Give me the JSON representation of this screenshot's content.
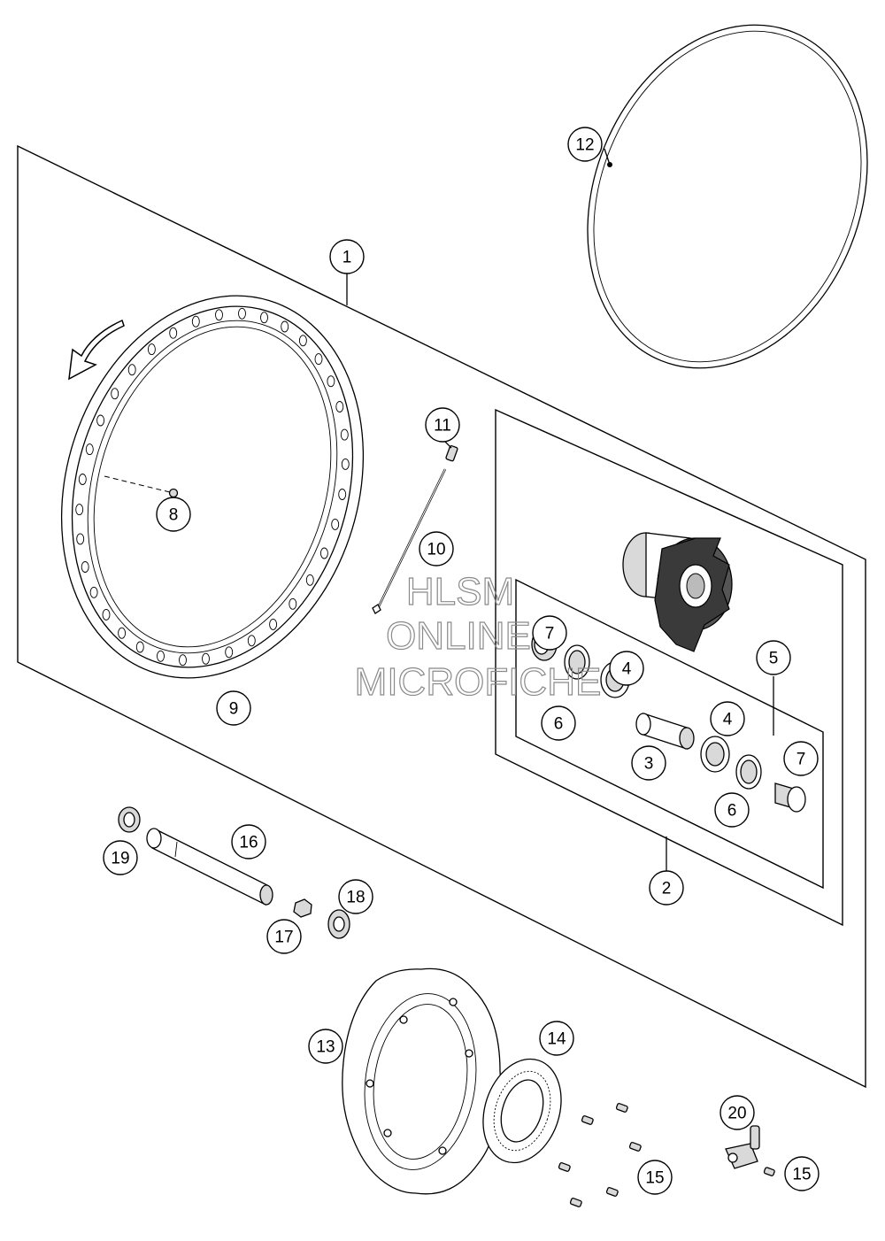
{
  "watermark": {
    "line1": "HLSM",
    "line2": "ONLINE",
    "line3": "MICROFICHE"
  },
  "callouts": [
    {
      "id": "c1",
      "label": "1"
    },
    {
      "id": "c2",
      "label": "2"
    },
    {
      "id": "c3",
      "label": "3"
    },
    {
      "id": "c4a",
      "label": "4"
    },
    {
      "id": "c4b",
      "label": "4"
    },
    {
      "id": "c5",
      "label": "5"
    },
    {
      "id": "c6a",
      "label": "6"
    },
    {
      "id": "c6b",
      "label": "6"
    },
    {
      "id": "c7a",
      "label": "7"
    },
    {
      "id": "c7b",
      "label": "7"
    },
    {
      "id": "c8",
      "label": "8"
    },
    {
      "id": "c9",
      "label": "9"
    },
    {
      "id": "c10",
      "label": "10"
    },
    {
      "id": "c11",
      "label": "11"
    },
    {
      "id": "c12",
      "label": "12"
    },
    {
      "id": "c13",
      "label": "13"
    },
    {
      "id": "c14",
      "label": "14"
    },
    {
      "id": "c15a",
      "label": "15"
    },
    {
      "id": "c15b",
      "label": "15"
    },
    {
      "id": "c16",
      "label": "16"
    },
    {
      "id": "c17",
      "label": "17"
    },
    {
      "id": "c18",
      "label": "18"
    },
    {
      "id": "c19",
      "label": "19"
    },
    {
      "id": "c20",
      "label": "20"
    }
  ]
}
